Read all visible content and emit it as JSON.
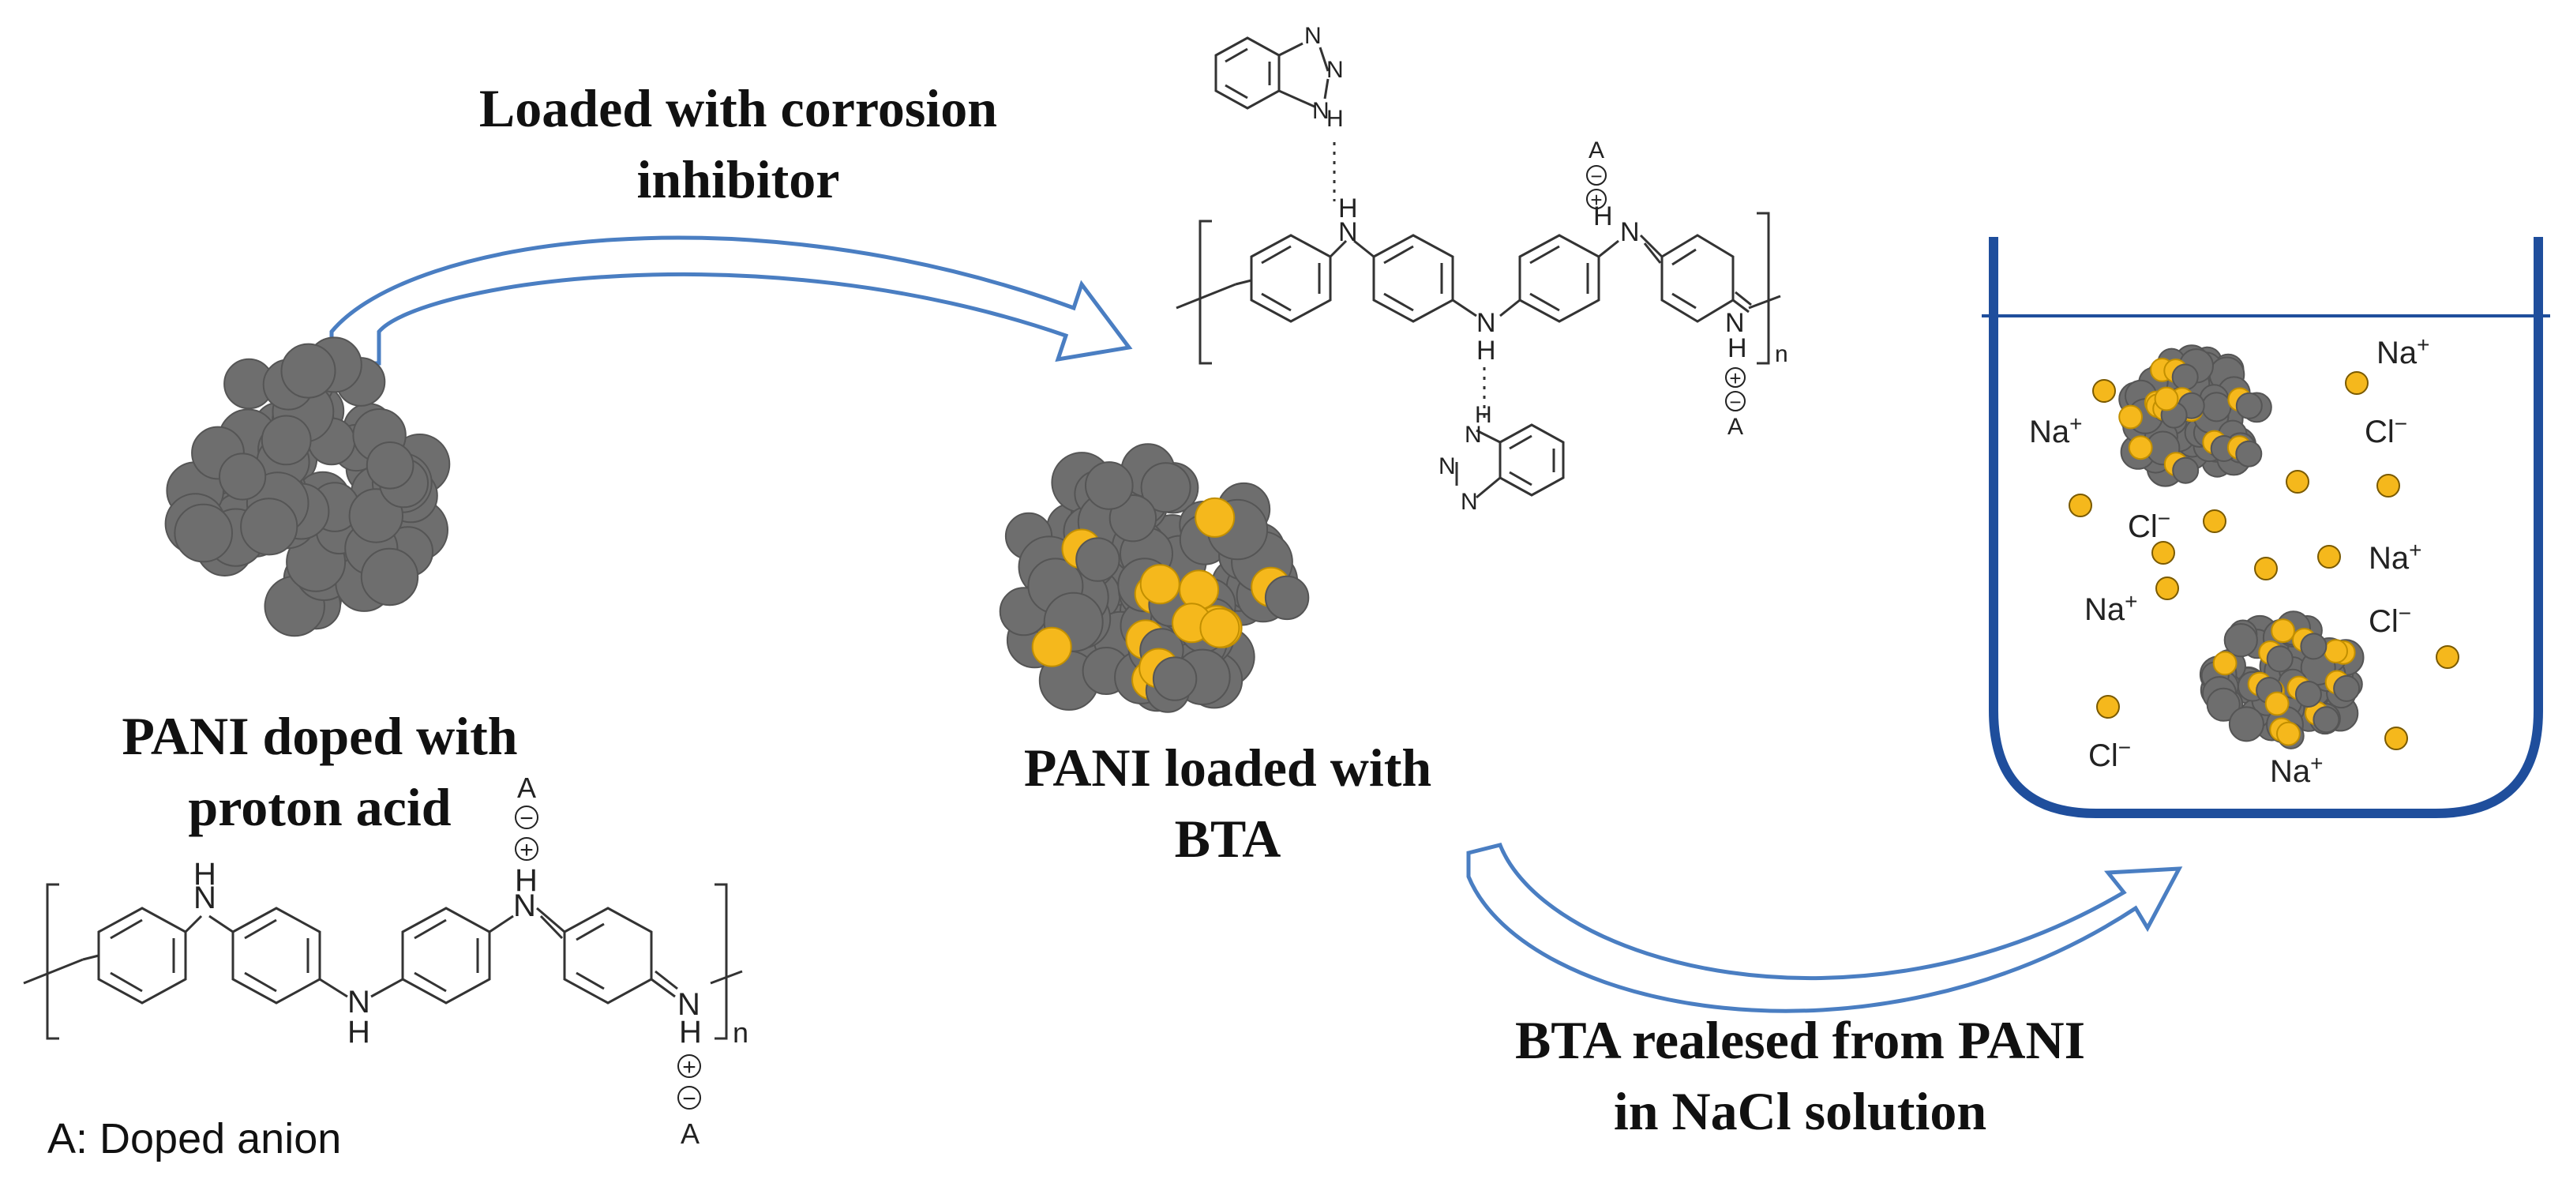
{
  "labels": {
    "loaded_inhibitor_line1": "Loaded with corrosion",
    "loaded_inhibitor_line2": "inhibitor",
    "pani_doped_line1": "PANI doped with",
    "pani_doped_line2": "proton acid",
    "pani_loaded_line1": "PANI loaded with",
    "pani_loaded_line2": "BTA",
    "released_line1": "BTA realesed from PANI",
    "released_line2": "in NaCl solution",
    "legend": "A: Doped anion"
  },
  "chem": {
    "nh": "N",
    "h": "H",
    "a": "A",
    "plus": "+",
    "minus": "−",
    "n": "n",
    "bta_nh": "N",
    "bta_n": "N"
  },
  "ions": {
    "na": "Na",
    "na_sup": "+",
    "cl": "Cl",
    "cl_sup": "−"
  },
  "colors": {
    "particle_gray": "#6e6e6e",
    "particle_edge": "#555555",
    "bta_yellow": "#f5b81c",
    "arrow_blue": "#4a7ec2",
    "beaker_blue": "#1f4e9c",
    "text": "#111111"
  }
}
